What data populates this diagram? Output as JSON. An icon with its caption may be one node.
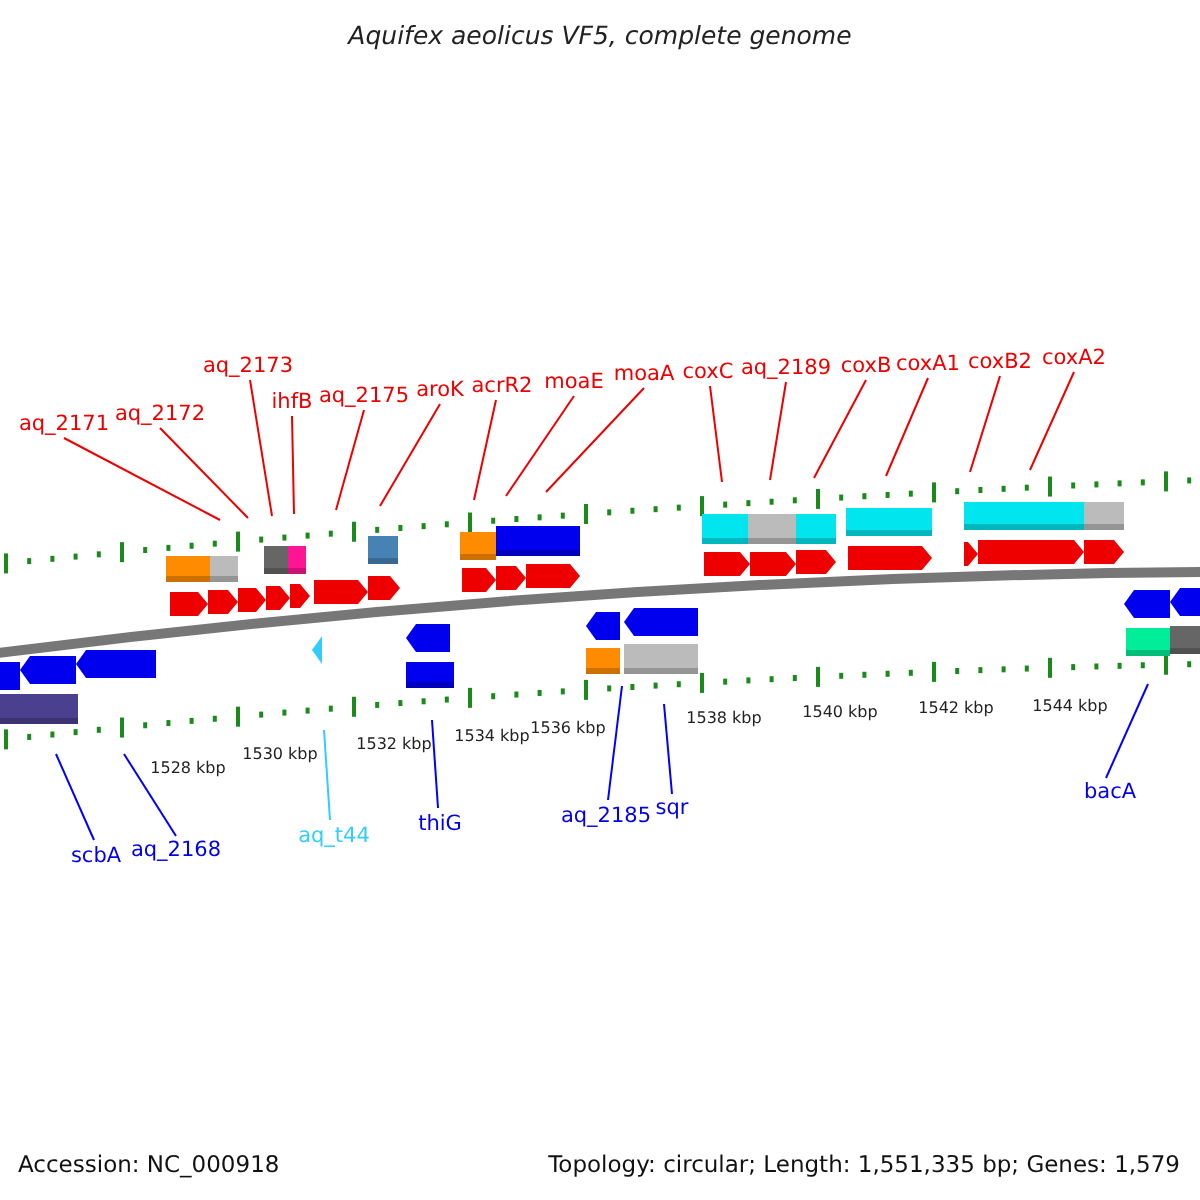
{
  "diagram": {
    "title": "Aquifex aeolicus VF5, complete genome",
    "nodes": [
      {
        "text": [
          "aq_2171"
        ]
      },
      {
        "text": [
          "aq_2172"
        ]
      },
      {
        "text": [
          "aq_2173"
        ]
      },
      {
        "text": [
          "ihfB"
        ]
      },
      {
        "text": [
          "aq_2175"
        ]
      },
      {
        "text": [
          "aroK"
        ]
      },
      {
        "text": [
          "acrR2"
        ]
      },
      {
        "text": [
          "moaE"
        ]
      },
      {
        "text": [
          "moaA"
        ]
      },
      {
        "text": [
          "coxC"
        ]
      },
      {
        "text": [
          "aq_2189"
        ]
      },
      {
        "text": [
          "coxB"
        ]
      },
      {
        "text": [
          "coxA1"
        ]
      },
      {
        "text": [
          "coxB2"
        ]
      },
      {
        "text": [
          "coxA2"
        ]
      },
      {
        "text": [
          "scbA"
        ]
      },
      {
        "text": [
          "aq_2168"
        ]
      },
      {
        "text": [
          "aq_t44"
        ]
      },
      {
        "text": [
          "thiG"
        ]
      },
      {
        "text": [
          "aq_2185"
        ]
      },
      {
        "text": [
          "sqr"
        ]
      },
      {
        "text": [
          "bacA"
        ]
      }
    ],
    "edges": [
      {
        "from": 0,
        "to": null,
        "arrow": "none"
      },
      {
        "from": 1,
        "to": null,
        "arrow": "none"
      },
      {
        "from": 2,
        "to": null,
        "arrow": "none"
      },
      {
        "from": 3,
        "to": null,
        "arrow": "none"
      },
      {
        "from": 4,
        "to": null,
        "arrow": "none"
      },
      {
        "from": 5,
        "to": null,
        "arrow": "none"
      },
      {
        "from": 6,
        "to": null,
        "arrow": "none"
      },
      {
        "from": 7,
        "to": null,
        "arrow": "none"
      },
      {
        "from": 8,
        "to": null,
        "arrow": "none"
      },
      {
        "from": 9,
        "to": null,
        "arrow": "none"
      },
      {
        "from": 10,
        "to": null,
        "arrow": "none"
      },
      {
        "from": 11,
        "to": null,
        "arrow": "none"
      },
      {
        "from": 12,
        "to": null,
        "arrow": "none"
      },
      {
        "from": 13,
        "to": null,
        "arrow": "none"
      },
      {
        "from": 14,
        "to": null,
        "arrow": "none"
      },
      {
        "from": 15,
        "to": null,
        "arrow": "none",
        "color": "#0000ff"
      },
      {
        "from": 16,
        "to": null,
        "arrow": "none",
        "color": "#0000ff"
      },
      {
        "from": 17,
        "to": null,
        "arrow": "none",
        "color": "#33ccff"
      },
      {
        "from": 18,
        "to": null,
        "arrow": "none",
        "color": "#0000ff"
      },
      {
        "from": 19,
        "to": null,
        "arrow": "none",
        "color": "#0000ff"
      },
      {
        "from": 20,
        "to": null,
        "arrow": "none",
        "color": "#0000ff"
      },
      {
        "from": 21,
        "to": null,
        "arrow": "none",
        "color": "#0000ff"
      }
    ],
    "labels": [
      "1528 kbp",
      "1530 kbp",
      "1532 kbp",
      "1534 kbp",
      "1536 kbp",
      "1538 kbp",
      "1540 kbp",
      "1542 kbp",
      "1544 kbp",
      "Accession: NC_000918",
      "Topology: circular; Length: 1,551,335 bp; Genes: 1,579"
    ]
  }
}
